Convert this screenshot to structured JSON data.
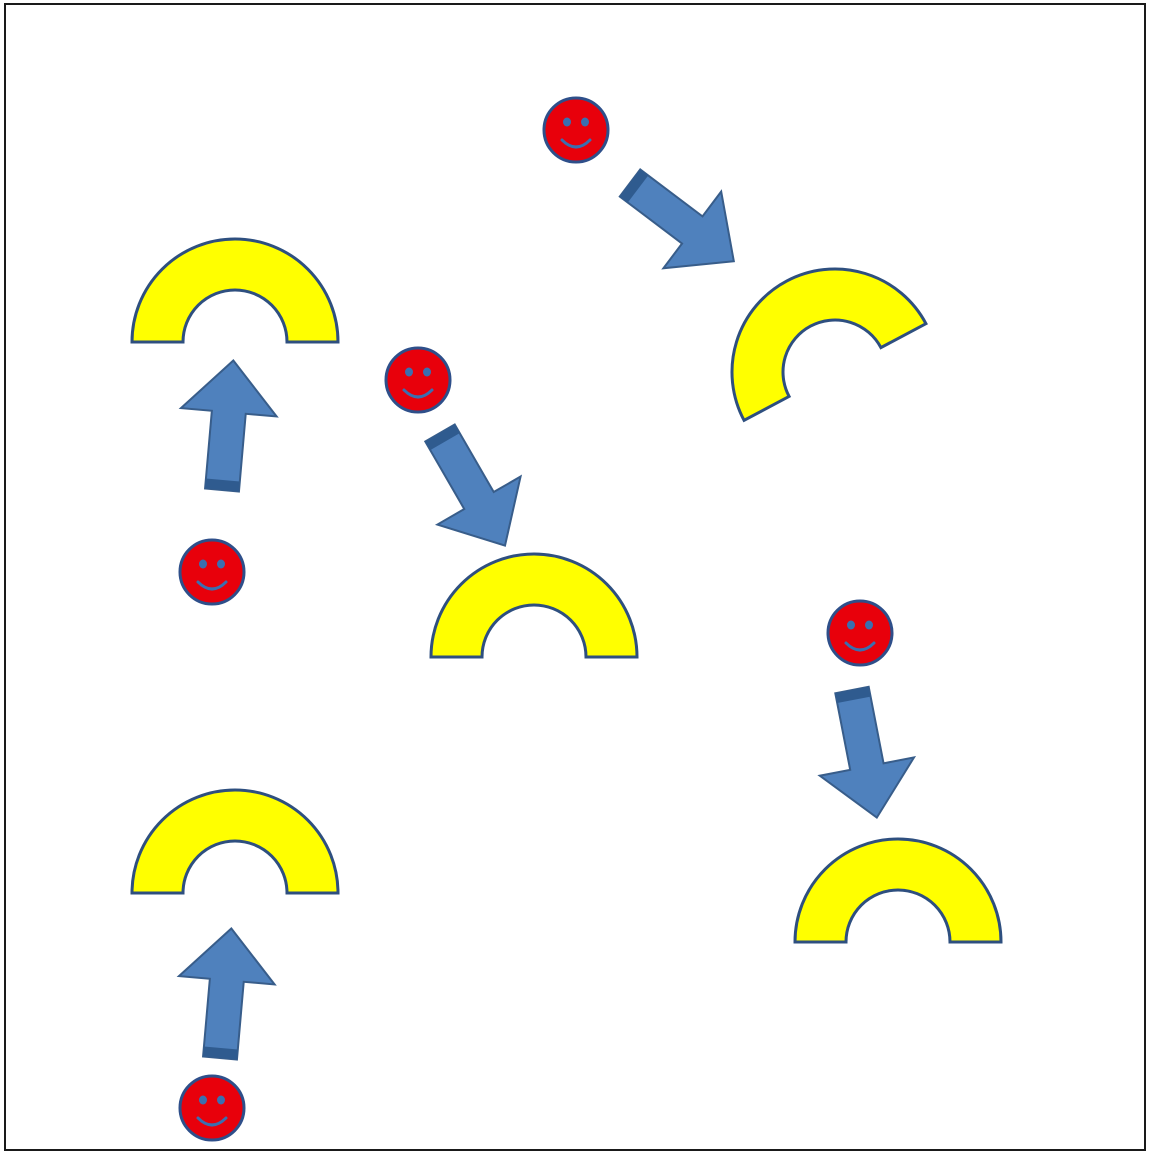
{
  "colors": {
    "background": "#ffffff",
    "frame": "#1a1a1a",
    "smiley_fill": "#e8000b",
    "smiley_stroke": "#2e4f8a",
    "smiley_face": "#3a6fb0",
    "arch_fill": "#ffff00",
    "arch_stroke": "#2e4f7f",
    "arrow_fill": "#4f81bd",
    "arrow_stroke": "#385d8a",
    "arrow_shade": "#2f5b8f"
  },
  "icons": {
    "smiley": "smiley-face-icon",
    "arch": "block-arc-icon",
    "arrow": "block-arrow-icon"
  },
  "groups": [
    {
      "id": "top-left",
      "smiley": "smiley-face-icon",
      "arrow": "block-arrow-icon",
      "arch": "block-arc-icon"
    },
    {
      "id": "middle",
      "smiley": "smiley-face-icon",
      "arrow": "block-arrow-icon",
      "arch": "block-arc-icon"
    },
    {
      "id": "top-right",
      "smiley": "smiley-face-icon",
      "arrow": "block-arrow-icon",
      "arch": "block-arc-icon"
    },
    {
      "id": "bottom-left",
      "smiley": "smiley-face-icon",
      "arrow": "block-arrow-icon",
      "arch": "block-arc-icon"
    },
    {
      "id": "right",
      "smiley": "smiley-face-icon",
      "arrow": "block-arrow-icon",
      "arch": "block-arc-icon"
    }
  ]
}
